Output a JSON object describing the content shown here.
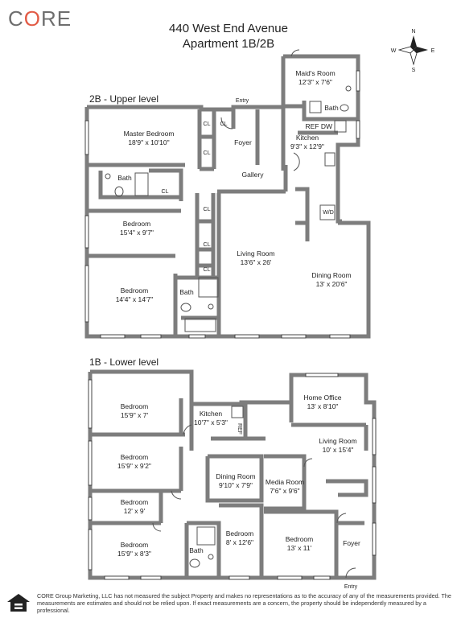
{
  "logo": "CORE",
  "header": {
    "address": "440 West End Avenue",
    "unit": "Apartment 1B/2B"
  },
  "compass": {
    "n": "N",
    "s": "S",
    "e": "E",
    "w": "W"
  },
  "upper": {
    "label": "2B - Upper level",
    "entry": "Entry",
    "rooms": {
      "maids_name": "Maid's Room",
      "maids_size": "12'3\" x 7'6\"",
      "maids_bath": "Bath",
      "ref": "REF",
      "dw": "DW",
      "kitchen_name": "Kitchen",
      "kitchen_size": "9'3\" x 12'9\"",
      "master_name": "Master Bedroom",
      "master_size": "18'9\" x 10'10\"",
      "foyer": "Foyer",
      "gallery": "Gallery",
      "bath1": "Bath",
      "bath2": "Bath",
      "bed1_name": "Bedroom",
      "bed1_size": "15'4\" x 9'7\"",
      "bed2_name": "Bedroom",
      "bed2_size": "14'4\" x 14'7\"",
      "living_name": "Living Room",
      "living_size": "13'6\" x 26'",
      "dining_name": "Dining Room",
      "dining_size": "13' x 20'6\"",
      "wd": "W/D",
      "cl": "CL"
    }
  },
  "lower": {
    "label": "1B - Lower level",
    "entry": "Entry",
    "rooms": {
      "bed1_name": "Bedroom",
      "bed1_size": "15'9\" x 7'",
      "bed2_name": "Bedroom",
      "bed2_size": "15'9\" x 9'2\"",
      "bed3_name": "Bedroom",
      "bed3_size": "12' x 9'",
      "bed4_name": "Bedroom",
      "bed4_size": "15'9\" x 8'3\"",
      "kitchen_name": "Kitchen",
      "kitchen_size": "10'7\" x 5'3\"",
      "ref": "REF",
      "office_name": "Home Office",
      "office_size": "13' x 8'10\"",
      "living_name": "Living Room",
      "living_size": "10' x 15'4\"",
      "dining_name": "Dining Room",
      "dining_size": "9'10\" x 7'9\"",
      "media_name": "Media Room",
      "media_size": "7'6\" x 9'6\"",
      "bed5_name": "Bedroom",
      "bed5_size": "8' x 12'6\"",
      "bed6_name": "Bedroom",
      "bed6_size": "13' x 11'",
      "bath": "Bath",
      "foyer": "Foyer"
    }
  },
  "disclaimer": "CORE Group Marketing, LLC has not measured the subject Property and makes no representations as to the accuracy of any of the measurements provided. The measurements are estimates and should not be relied upon. If exact measurements are a concern, the property should be independently measured by a professional."
}
